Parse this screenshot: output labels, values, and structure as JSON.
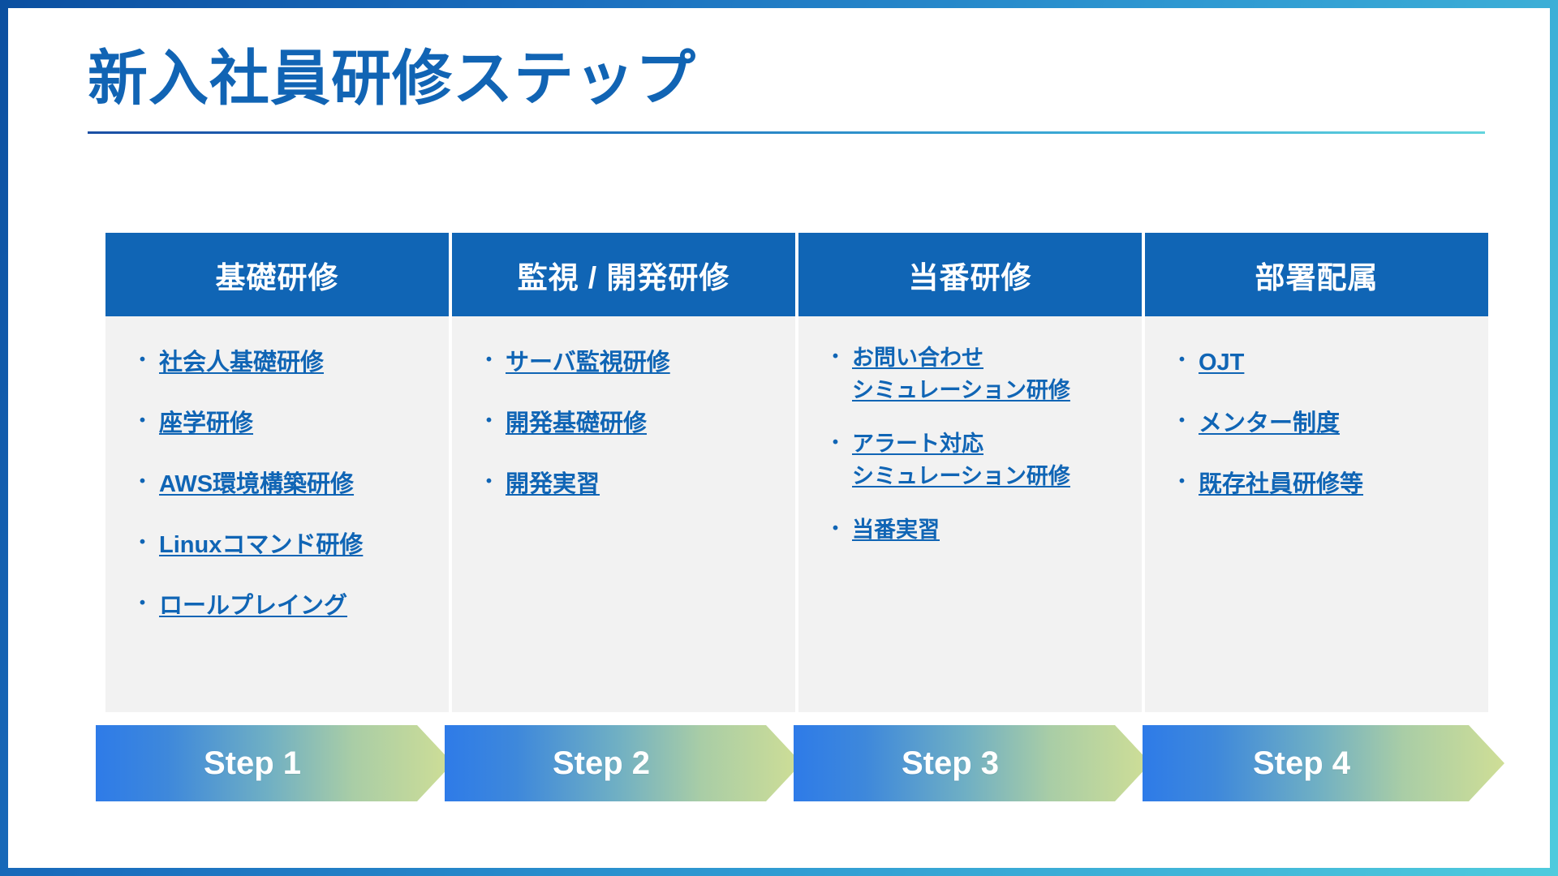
{
  "theme": {
    "header_blue": "#1065B5",
    "title_blue": "#1164B4",
    "body_gray": "#F2F2F2",
    "arrow_gradient_start": "#2E7BE8",
    "arrow_gradient_end": "#CFDE96",
    "frame_gradient_start": "#0B4FA0",
    "frame_gradient_end": "#4FCBDD"
  },
  "header": {
    "title": "新入社員研修ステップ"
  },
  "columns": [
    {
      "header": "基礎研修",
      "items": [
        "社会人基礎研修",
        "座学研修",
        "AWS環境構築研修",
        "Linuxコマンド研修",
        "ロールプレイング"
      ],
      "step_label": "Step 1"
    },
    {
      "header": "監視 / 開発研修",
      "items": [
        "サーバ監視研修",
        "開発基礎研修",
        "開発実習"
      ],
      "step_label": "Step 2"
    },
    {
      "header": "当番研修",
      "items": [
        "お問い合わせ\nシミュレーション研修",
        "アラート対応\nシミュレーション研修",
        "当番実習"
      ],
      "step_label": "Step 3"
    },
    {
      "header": "部署配属",
      "items": [
        "OJT",
        "メンター制度",
        "既存社員研修等"
      ],
      "step_label": "Step 4"
    }
  ],
  "bullet_glyph": "・"
}
